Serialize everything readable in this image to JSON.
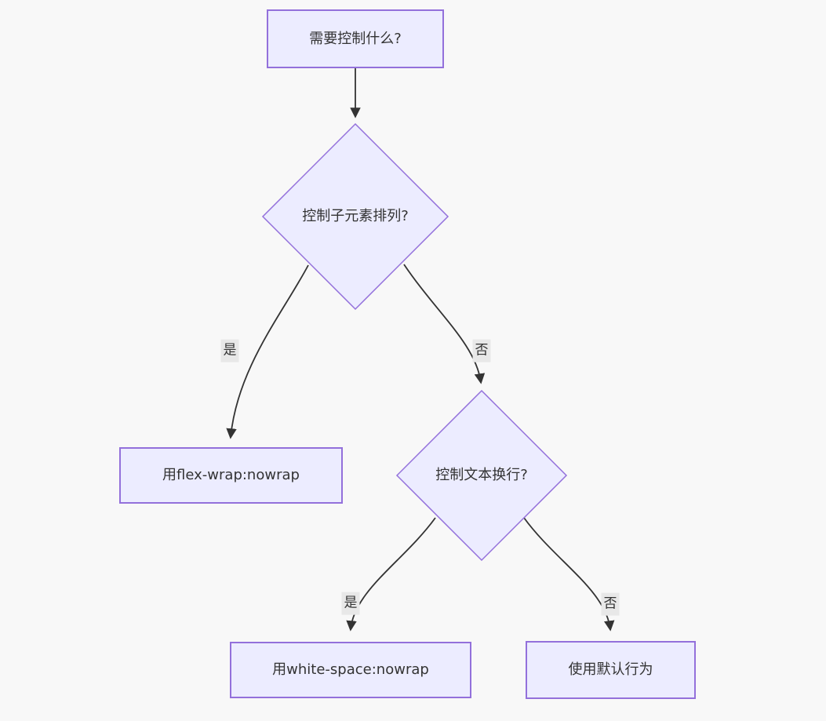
{
  "diagram": {
    "type": "flowchart",
    "direction": "top-down",
    "background": "#f8f8f8",
    "theme": {
      "node_fill": "#ECECFF",
      "node_border": "#9370DB",
      "edge_color": "#333333",
      "text_color": "#333333",
      "edge_label_bg": "#e8e8e8"
    },
    "nodes": [
      {
        "id": "start",
        "shape": "rect",
        "label": "需要控制什么?"
      },
      {
        "id": "q1",
        "shape": "diamond",
        "label": "控制子元素排列?"
      },
      {
        "id": "flexwrap",
        "shape": "rect",
        "label": "用flex-wrap:nowrap"
      },
      {
        "id": "q2",
        "shape": "diamond",
        "label": "控制文本换行?"
      },
      {
        "id": "whitespace",
        "shape": "rect",
        "label": "用white-space:nowrap"
      },
      {
        "id": "default",
        "shape": "rect",
        "label": "使用默认行为"
      }
    ],
    "edges": [
      {
        "from": "start",
        "to": "q1",
        "label": ""
      },
      {
        "from": "q1",
        "to": "flexwrap",
        "label": "是"
      },
      {
        "from": "q1",
        "to": "q2",
        "label": "否"
      },
      {
        "from": "q2",
        "to": "whitespace",
        "label": "是"
      },
      {
        "from": "q2",
        "to": "default",
        "label": "否"
      }
    ]
  }
}
